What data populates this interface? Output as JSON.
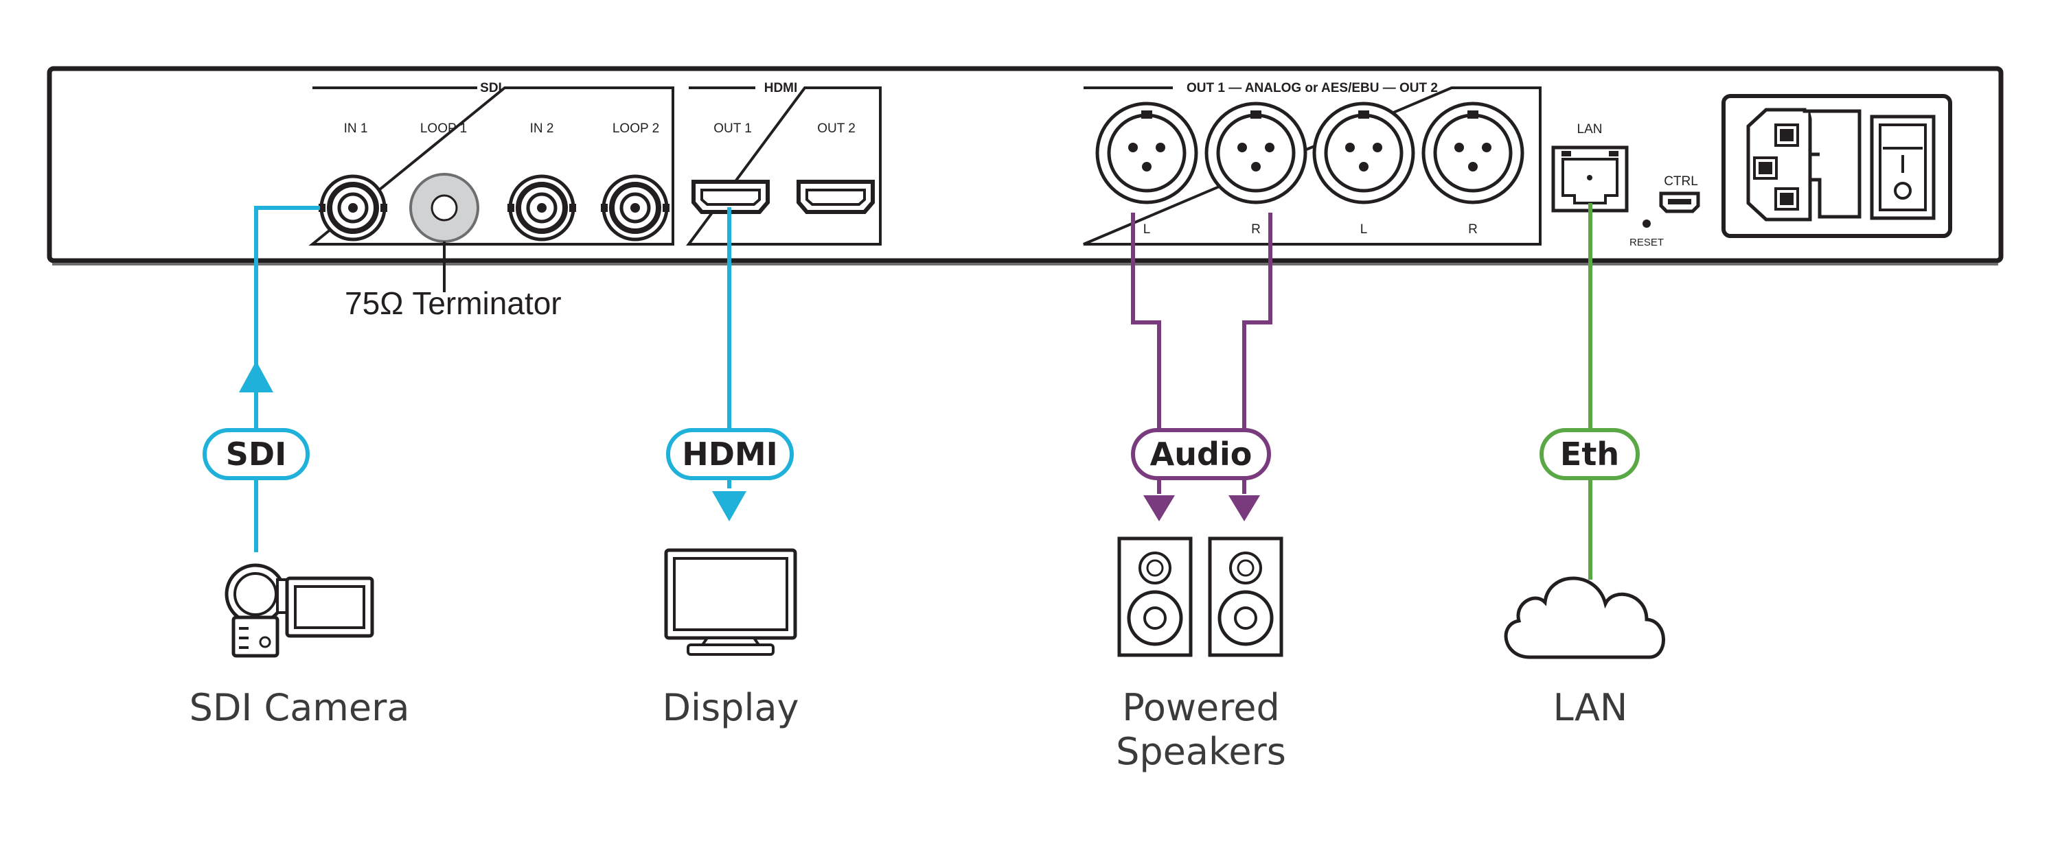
{
  "colors": {
    "sdi": "#1fb1d9",
    "hdmi": "#1fb1d9",
    "audio": "#7a3a7e",
    "ethernet": "#5aa845",
    "outline": "#231f20"
  },
  "panel": {
    "sdi_group_title": "SDI",
    "sdi_ports": [
      "IN 1",
      "LOOP 1",
      "IN 2",
      "LOOP 2"
    ],
    "hdmi_group_title": "HDMI",
    "hdmi_ports": [
      "OUT 1",
      "OUT 2"
    ],
    "audio_group_title": "OUT 1 — ANALOG or AES/EBU — OUT 2",
    "audio_channel_labels": [
      "L",
      "R",
      "L",
      "R"
    ],
    "lan_label": "LAN",
    "ctrl_label": "CTRL",
    "reset_label": "RESET"
  },
  "terminator_label": "75Ω Terminator",
  "connections": {
    "sdi": "SDI",
    "hdmi": "HDMI",
    "audio": "Audio",
    "eth": "Eth"
  },
  "devices": {
    "camera": "SDI Camera",
    "display": "Display",
    "speakers_line1": "Powered",
    "speakers_line2": "Speakers",
    "lan": "LAN"
  },
  "icons": [
    "bnc-connector-icon",
    "terminator-cap-icon",
    "hdmi-port-icon",
    "xlr-connector-icon",
    "rj45-port-icon",
    "usb-port-icon",
    "power-inlet-icon",
    "power-switch-icon",
    "camcorder-icon",
    "monitor-icon",
    "speaker-icon",
    "cloud-icon"
  ]
}
